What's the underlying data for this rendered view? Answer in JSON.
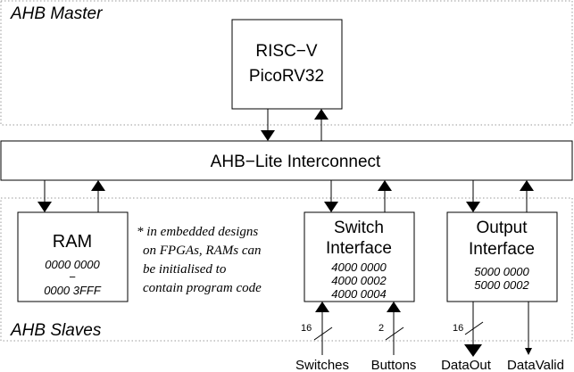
{
  "master_region": {
    "label": "AHB Master"
  },
  "slaves_region": {
    "label": "AHB Slaves"
  },
  "cpu": {
    "line1": "RISC−V",
    "line2": "PicoRV32"
  },
  "interconnect": {
    "label": "AHB−Lite Interconnect"
  },
  "ram": {
    "title": "RAM",
    "addr_start": "0000 0000",
    "addr_dash": "−",
    "addr_end": "0000 3FFF"
  },
  "note": {
    "line1": "* in embedded designs",
    "line2": "on FPGAs, RAMs can",
    "line3": "be initialised to",
    "line4": "contain program code"
  },
  "switch_if": {
    "title1": "Switch",
    "title2": "Interface",
    "addresses": [
      "4000 0000",
      "4000 0002",
      "4000 0004"
    ]
  },
  "output_if": {
    "title1": "Output",
    "title2": "Interface",
    "addresses": [
      "5000 0000",
      "5000 0002"
    ]
  },
  "signals": {
    "switches": {
      "label": "Switches",
      "width": "16"
    },
    "buttons": {
      "label": "Buttons",
      "width": "2"
    },
    "dataout": {
      "label": "DataOut",
      "width": "16"
    },
    "datavalid": {
      "label": "DataValid"
    }
  }
}
